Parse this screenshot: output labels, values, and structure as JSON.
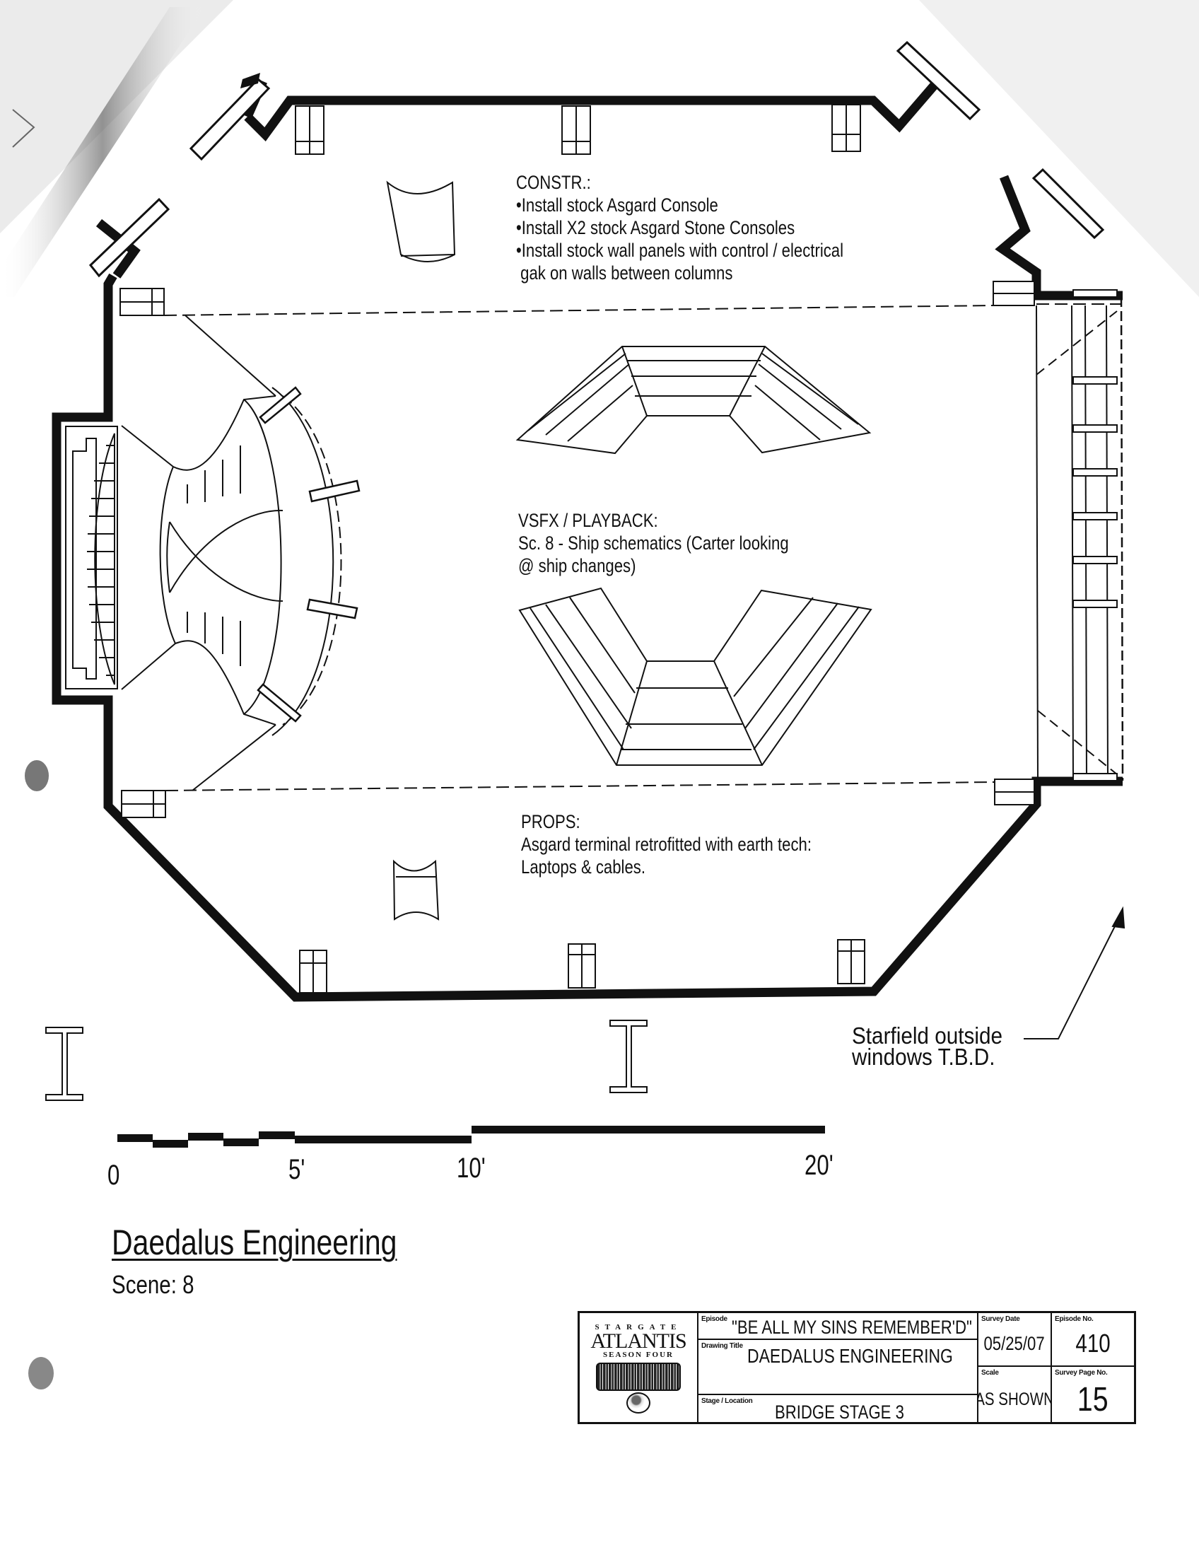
{
  "notes": {
    "construction": {
      "heading": "CONSTR.:",
      "items": [
        "•Install stock Asgard Console",
        "•Install X2 stock Asgard Stone Consoles",
        "•Install stock wall panels with control / electrical",
        " gak on walls between columns"
      ]
    },
    "vsfx": {
      "heading": "VSFX / PLAYBACK:",
      "lines": [
        "Sc. 8 - Ship schematics (Carter looking",
        "@ ship changes)"
      ]
    },
    "props": {
      "heading": "PROPS:",
      "lines": [
        "Asgard terminal retrofitted with earth tech:",
        "Laptops & cables."
      ]
    },
    "starfield": [
      "Starfield outside",
      "windows T.B.D."
    ]
  },
  "scale_bar": {
    "labels": [
      "0",
      "5'",
      "10'",
      "20'"
    ],
    "units": "feet",
    "ticks_ft": [
      0,
      5,
      10,
      20
    ]
  },
  "drawing": {
    "title": "Daedalus Engineering",
    "scene": "Scene: 8"
  },
  "title_block": {
    "logo": {
      "line1": "STARGATE",
      "line2": "ATLANTIS",
      "line3": "SEASON FOUR"
    },
    "episode_label": "Episode",
    "episode": "\"BE ALL MY SINS REMEMBER'D\"",
    "drawing_title_label": "Drawing Title",
    "drawing_title": "DAEDALUS ENGINEERING",
    "stage_label": "Stage / Location",
    "stage": "BRIDGE STAGE 3",
    "survey_date_label": "Survey Date",
    "survey_date": "05/25/07",
    "scale_label": "Scale",
    "scale": "AS SHOWN",
    "episode_no_label": "Episode No.",
    "episode_no": "410",
    "survey_page_label": "Survey Page No.",
    "survey_page": "15"
  },
  "colors": {
    "ink": "#111111",
    "paper": "#ffffff",
    "scan_shadow": "#9a9a9a"
  }
}
